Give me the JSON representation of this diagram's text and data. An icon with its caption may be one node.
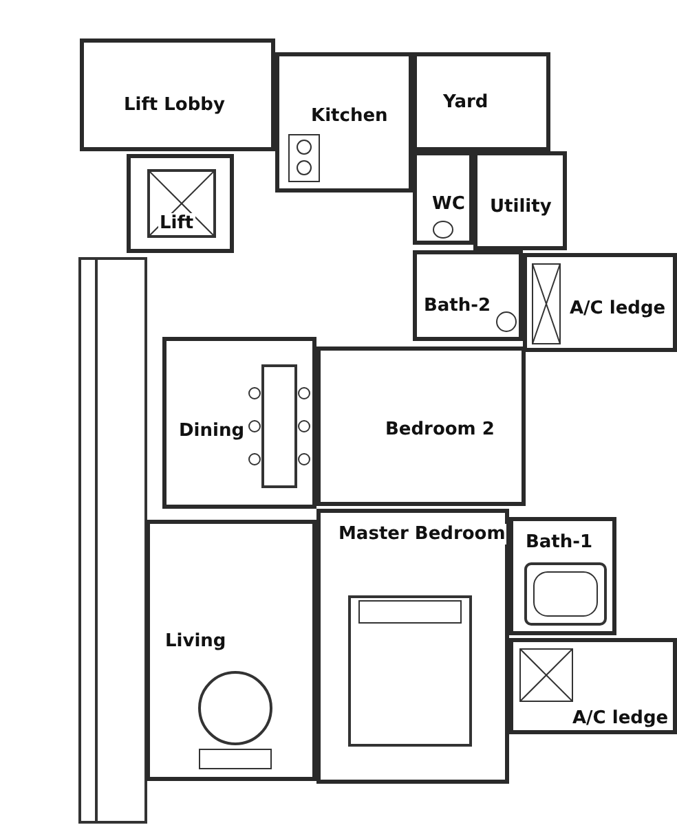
{
  "diagram": {
    "nodes": [
      {
        "text": [
          "Lift Lobby"
        ]
      },
      {
        "text": [
          "Kitchen"
        ]
      },
      {
        "text": [
          "Yard"
        ]
      },
      {
        "text": [
          "Lift"
        ]
      },
      {
        "text": [
          "WC"
        ]
      },
      {
        "text": [
          "Utility"
        ]
      },
      {
        "text": [
          "Bath-2"
        ]
      },
      {
        "text": [
          "A/C ledge"
        ]
      },
      {
        "text": [
          "Dining"
        ]
      },
      {
        "text": [
          "Bedroom 2"
        ]
      },
      {
        "text": [
          "Master Bedroom"
        ]
      },
      {
        "text": [
          "Bath-1"
        ]
      },
      {
        "text": [
          "Living"
        ]
      },
      {
        "text": [
          "A/C ledge"
        ]
      }
    ]
  }
}
